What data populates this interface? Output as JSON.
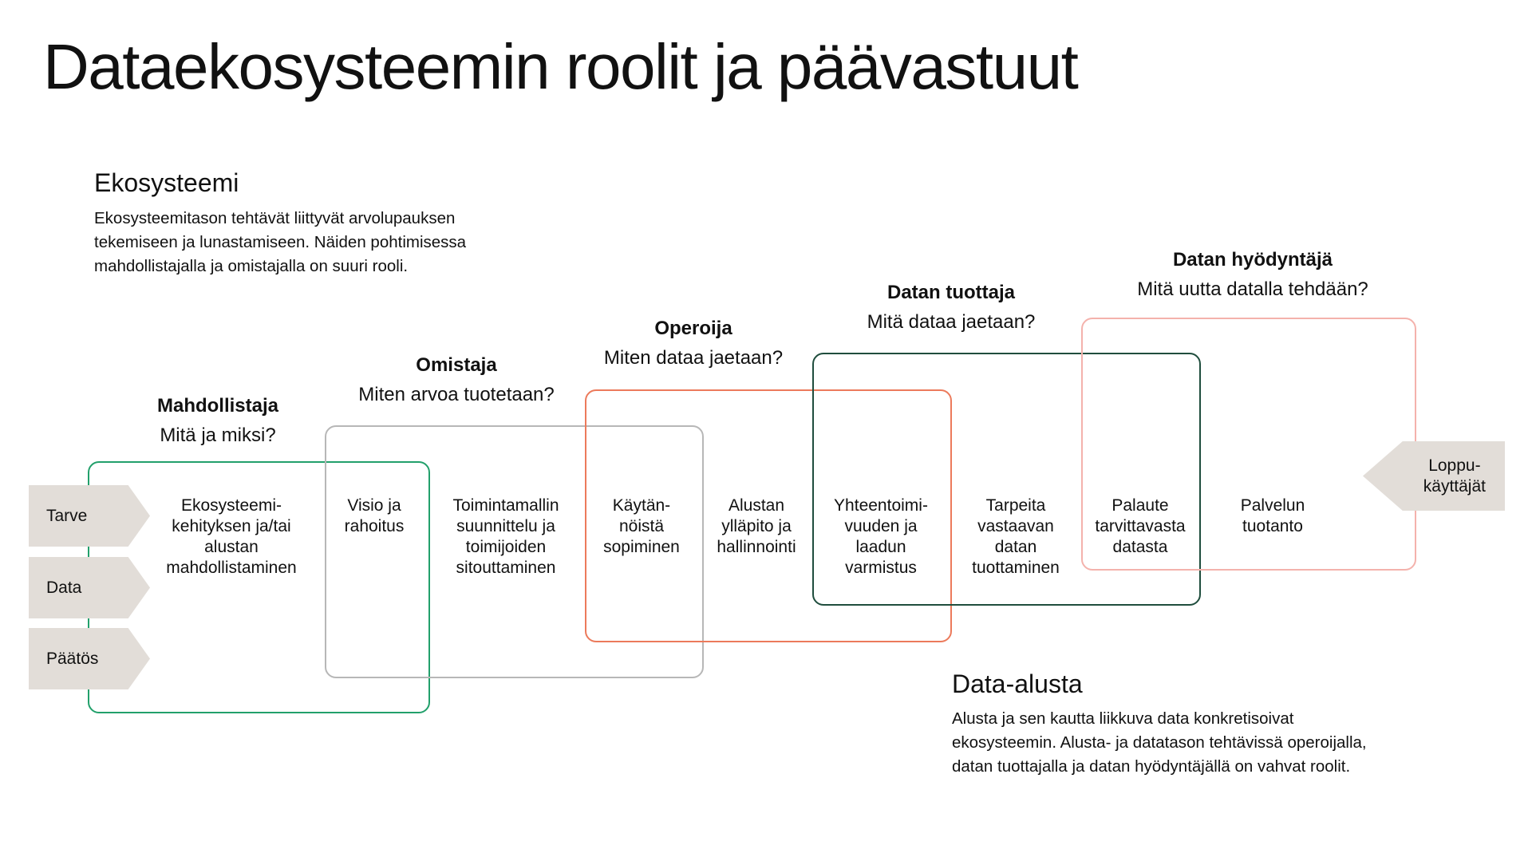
{
  "title": "Dataekosysteemin roolit ja päävastuut",
  "ecosystem": {
    "heading": "Ekosysteemi",
    "lines": [
      "Ekosysteemitason tehtävät liittyvät arvolupauksen",
      "tekemiseen ja lunastamiseen. Näiden pohtimisessa",
      "mahdollistajalla ja omistajalla on suuri rooli."
    ]
  },
  "platform": {
    "heading": "Data-alusta",
    "lines": [
      "Alusta ja sen kautta liikkuva data konkretisoivat",
      "ekosysteemin. Alusta- ja datatason tehtävissä operoijalla,",
      "datan tuottajalla ja datan hyödyntäjällä on vahvat roolit."
    ]
  },
  "roles": [
    {
      "name": "Mahdollistaja",
      "question": "Mitä ja miksi?",
      "color": "#22a06b"
    },
    {
      "name": "Omistaja",
      "question": "Miten arvoa tuotetaan?",
      "color": "#b7b7b7"
    },
    {
      "name": "Operoija",
      "question": "Miten dataa jaetaan?",
      "color": "#ec7a5b"
    },
    {
      "name": "Datan tuottaja",
      "question": "Mitä dataa jaetaan?",
      "color": "#1f4d3d"
    },
    {
      "name": "Datan hyödyntäjä",
      "question": "Mitä uutta datalla tehdään?",
      "color": "#f4b2ac"
    }
  ],
  "tasks": [
    [
      "Ekosysteemi-",
      "kehityksen ja/tai",
      "alustan",
      "mahdollistaminen"
    ],
    [
      "Visio ja",
      "rahoitus"
    ],
    [
      "Toimintamallin",
      "suunnittelu ja",
      "toimijoiden",
      "sitouttaminen"
    ],
    [
      "Käytän-",
      "nöistä",
      "sopiminen"
    ],
    [
      "Alustan",
      "ylläpito ja",
      "hallinnointi"
    ],
    [
      "Yhteentoimi-",
      "vuuden ja",
      "laadun",
      "varmistus"
    ],
    [
      "Tarpeita",
      "vastaavan",
      "datan",
      "tuottaminen"
    ],
    [
      "Palaute",
      "tarvittavasta",
      "datasta"
    ],
    [
      "Palvelun",
      "tuotanto"
    ]
  ],
  "inputs": [
    "Tarve",
    "Data",
    "Päätös"
  ],
  "end_user": [
    "Loppu-",
    "käyttäjät"
  ]
}
